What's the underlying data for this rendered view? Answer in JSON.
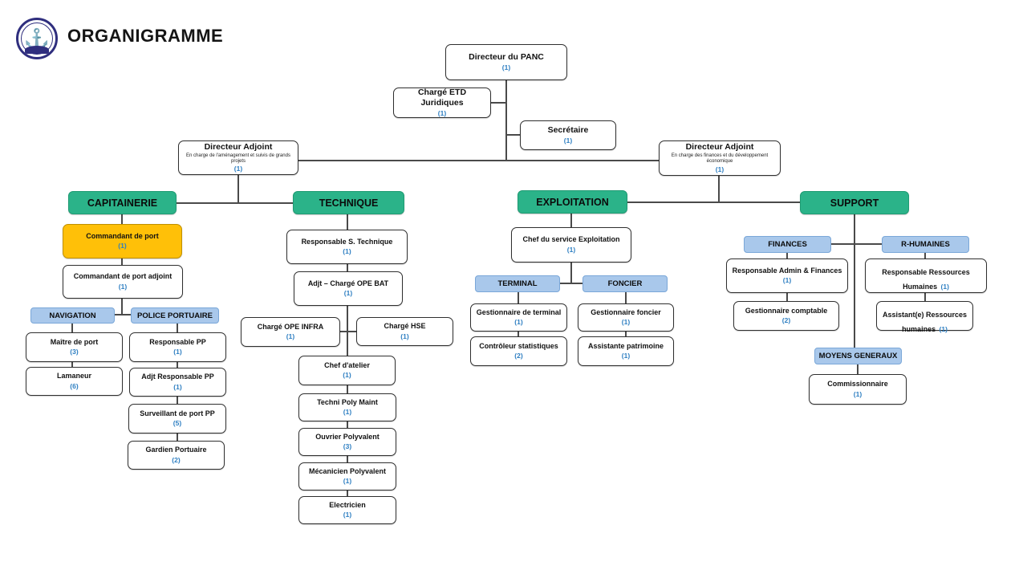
{
  "header": {
    "title": "ORGANIGRAMME",
    "logo": "port-authority-anchor-emblem"
  },
  "colors": {
    "dept_green": "#2bb389",
    "subheader_blue": "#a9c8eb",
    "highlight_orange": "#ffc008",
    "count_blue": "#2e7fc2",
    "box_border": "#2f2f2f"
  },
  "nodes": {
    "panc": {
      "label": "Directeur du PANC",
      "count": "(1)"
    },
    "etd": {
      "label": "Chargé ETD Juridiques",
      "count": "(1)"
    },
    "secretaire": {
      "label": "Secrétaire",
      "count": "(1)"
    },
    "adjoint_gauche": {
      "label": "Directeur Adjoint",
      "subtitle": "En charge de l'aménagement et suivis de grands projets",
      "count": "(1)"
    },
    "adjoint_droit": {
      "label": "Directeur Adjoint",
      "subtitle": "En charge des finances et du développement économique",
      "count": "(1)"
    },
    "dept_capitainerie": {
      "label": "CAPITAINERIE"
    },
    "dept_technique": {
      "label": "TECHNIQUE"
    },
    "dept_exploitation": {
      "label": "EXPLOITATION"
    },
    "dept_support": {
      "label": "SUPPORT"
    },
    "commandant": {
      "label": "Commandant de port",
      "count": "(1)"
    },
    "commandant_adjoint": {
      "label": "Commandant de port adjoint",
      "count": "(1)"
    },
    "hdr_navigation": {
      "label": "NAVIGATION"
    },
    "hdr_police": {
      "label": "POLICE PORTUAIRE"
    },
    "maitre_port": {
      "label": "Maître de port",
      "count": "(3)"
    },
    "lamaneur": {
      "label": "Lamaneur",
      "count": "(6)"
    },
    "responsable_pp": {
      "label": "Responsable PP",
      "count": "(1)"
    },
    "adjt_responsable_pp": {
      "label": "Adjt Responsable PP",
      "count": "(1)"
    },
    "surveillant_pp": {
      "label": "Surveillant de port PP",
      "count": "(5)"
    },
    "gardien": {
      "label": "Gardien Portuaire",
      "count": "(2)"
    },
    "resp_technique": {
      "label": "Responsable S. Technique",
      "count": "(1)"
    },
    "adjt_ope_bat": {
      "label": "Adjt – Chargé OPE BAT",
      "count": "(1)"
    },
    "charge_ope_infra": {
      "label": "Chargé OPE INFRA",
      "count": "(1)"
    },
    "charge_hse": {
      "label": "Chargé HSE",
      "count": "(1)"
    },
    "chef_atelier": {
      "label": "Chef d'atelier",
      "count": "(1)"
    },
    "techni_poly": {
      "label": "Techni Poly Maint",
      "count": "(1)"
    },
    "ouvrier": {
      "label": "Ouvrier Polyvalent",
      "count": "(3)"
    },
    "mecanicien": {
      "label": "Mécanicien Polyvalent",
      "count": "(1)"
    },
    "electricien": {
      "label": "Electricien",
      "count": "(1)"
    },
    "chef_exploitation": {
      "label": "Chef du service Exploitation",
      "count": "(1)"
    },
    "hdr_terminal": {
      "label": "TERMINAL"
    },
    "hdr_foncier": {
      "label": "FONCIER"
    },
    "gest_terminal": {
      "label": "Gestionnaire de terminal",
      "count": "(1)"
    },
    "controleur_stats": {
      "label": "Contrôleur statistiques",
      "count": "(2)"
    },
    "gest_foncier": {
      "label": "Gestionnaire foncier",
      "count": "(1)"
    },
    "assist_patrimoine": {
      "label": "Assistante patrimoine",
      "count": "(1)"
    },
    "hdr_finances": {
      "label": "FINANCES"
    },
    "hdr_rhumaines": {
      "label": "R-HUMAINES"
    },
    "resp_admin_finances": {
      "label": "Responsable Admin & Finances",
      "count": "(1)"
    },
    "gest_comptable": {
      "label": "Gestionnaire comptable",
      "count": "(2)"
    },
    "resp_rh": {
      "label": "Responsable Ressources Humaines",
      "count": "(1)"
    },
    "assist_rh": {
      "label": "Assistant(e) Ressources humaines",
      "count": "(1)"
    },
    "hdr_moyens": {
      "label": "MOYENS GENERAUX"
    },
    "commissionnaire": {
      "label": "Commissionnaire",
      "count": "(1)"
    }
  }
}
